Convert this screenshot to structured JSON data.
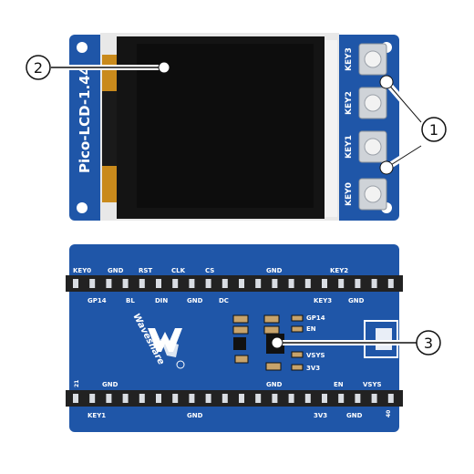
{
  "front": {
    "board_name": "Pico-LCD-1.44",
    "keys": [
      "KEY3",
      "KEY2",
      "KEY1",
      "KEY0"
    ]
  },
  "back": {
    "brand": "Waveshare",
    "top_row_upper": [
      "KEY0",
      "GND",
      "RST",
      "CLK",
      "CS",
      "GND",
      "KEY2"
    ],
    "top_row_lower": [
      "GP14",
      "BL",
      "DIN",
      "GND",
      "DC",
      "KEY3",
      "GND"
    ],
    "side_labels": [
      "GP14",
      "EN",
      "VSYS",
      "3V3"
    ],
    "bottom_row_upper": [
      "GND",
      "GND",
      "EN",
      "VSYS"
    ],
    "bottom_row_lower": [
      "KEY1",
      "GND",
      "3V3",
      "GND"
    ],
    "pin_numbers": [
      "21",
      "40"
    ]
  },
  "callouts": [
    "1",
    "2",
    "3"
  ],
  "colors": {
    "pcb": "#1f56a8",
    "pcb_dark": "#163f80",
    "lcd": "#0d0d0d",
    "header": "#222222",
    "pin": "#d9dde3",
    "flex": "#c98a1c"
  }
}
